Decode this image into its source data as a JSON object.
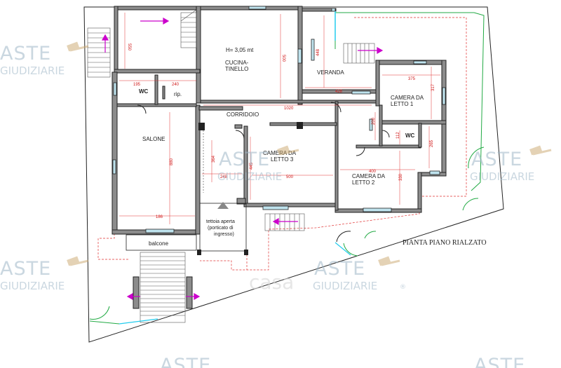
{
  "plan_title": "PIANTA PIANO RIALZATO",
  "rooms": {
    "cucina_height": "H= 3,05 mt",
    "cucina": "CUCINA-",
    "tinello": "TINELLO",
    "wc1": "WC",
    "ripostiglio": "rip.",
    "corridoio": "CORRIDOIO",
    "salone": "SALONE",
    "camera3_line1": "CAMERA DA",
    "camera3_line2": "LETTO 3",
    "camera2_line1": "CAMERA DA",
    "camera2_line2": "LETTO 2",
    "camera1_line1": "CAMERA DA",
    "camera1_line2": "LETTO 1",
    "wc2": "WC",
    "veranda": "VERANDA",
    "balcone": "balcone",
    "tettoia_line1": "tettoia aperta",
    "tettoia_line2": "(porticato di",
    "tettoia_line3": "ingresso)"
  },
  "dimensions": {
    "d_550": "550",
    "d_500_kitchen": "500",
    "d_448": "448",
    "d_195": "195",
    "d_240": "240",
    "d_375": "375",
    "d_317": "317",
    "d_428": "428",
    "d_1020": "1020",
    "d_200": "200",
    "d_112": "112",
    "d_265": "265",
    "d_880": "880",
    "d_364": "364",
    "d_445": "445",
    "d_248": "248",
    "d_500_room3": "500",
    "d_400": "400",
    "d_330": "330",
    "d_186": "186"
  },
  "watermark": {
    "brand_top": "ASTE",
    "brand_bottom": "GIUDIZIARIE",
    "registered": "®",
    "center": "casa"
  },
  "colors": {
    "wall": "#8c8c8c",
    "dimension": "#d01818",
    "garden_line": "#22aa44",
    "window": "#bfe3ee",
    "arrow": "#cc00cc"
  }
}
